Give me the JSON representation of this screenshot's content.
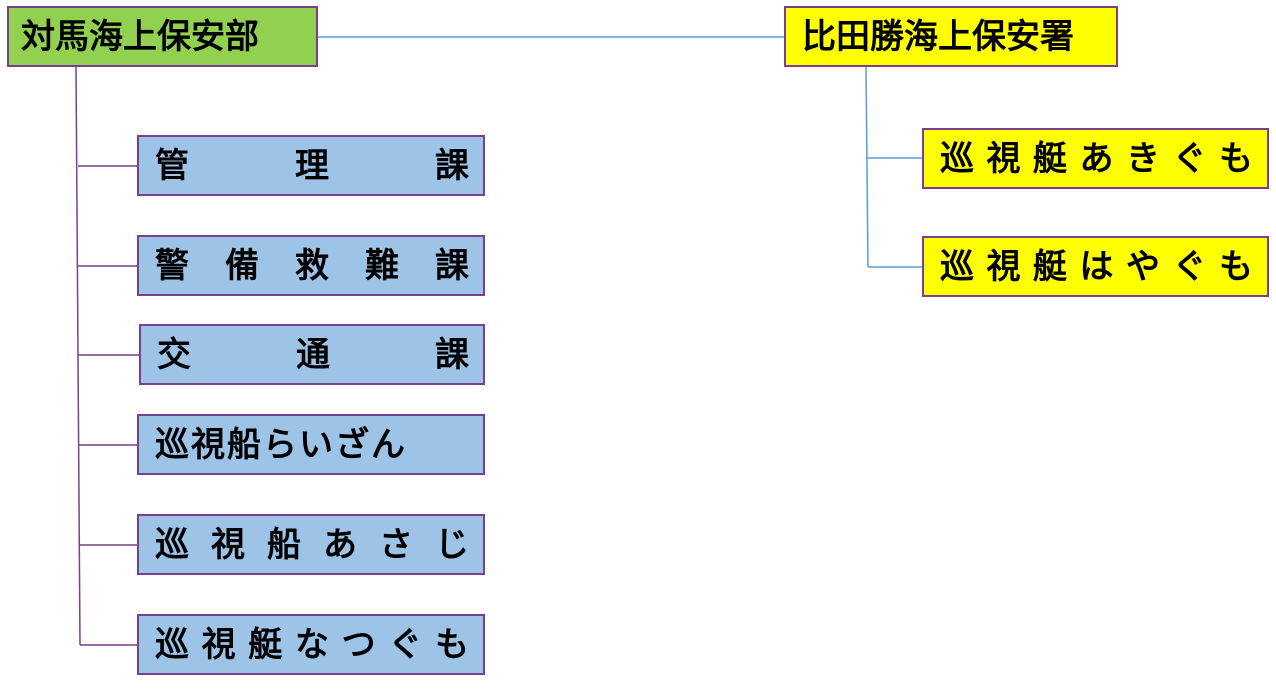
{
  "colors": {
    "headquarters_fill": "#92d050",
    "station_fill": "#ffff00",
    "section_fill": "#9dc3e6",
    "box_border": "#7a3f8e",
    "left_connector": "#7a3f8e",
    "right_connector": "#5b9bd5"
  },
  "headquarters": {
    "name": "対馬海上保安部",
    "units": [
      {
        "chars": [
          "管",
          "理",
          "課"
        ]
      },
      {
        "chars": [
          "警",
          "備",
          "救",
          "難",
          "課"
        ]
      },
      {
        "chars": [
          "交",
          "通",
          "課"
        ]
      },
      {
        "chars": [
          "巡",
          "視",
          "船",
          "ら",
          "い",
          "ざ",
          "ん"
        ]
      },
      {
        "chars": [
          "巡",
          "視",
          "船",
          "あ",
          "さ",
          "じ"
        ]
      },
      {
        "chars": [
          "巡",
          "視",
          "艇",
          "な",
          "つ",
          "ぐ",
          "も"
        ]
      }
    ]
  },
  "station": {
    "name": "比田勝海上保安署",
    "units": [
      {
        "chars": [
          "巡",
          "視",
          "艇",
          "あ",
          "き",
          "ぐ",
          "も"
        ]
      },
      {
        "chars": [
          "巡",
          "視",
          "艇",
          "は",
          "や",
          "ぐ",
          "も"
        ]
      }
    ]
  }
}
